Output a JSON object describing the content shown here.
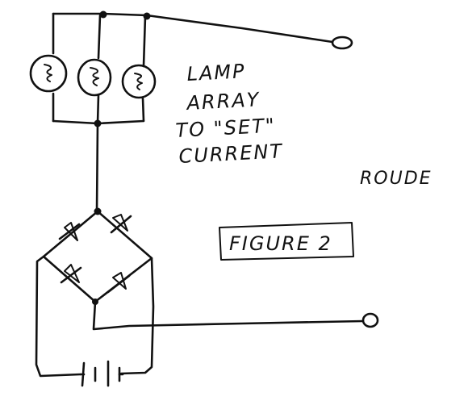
{
  "labels": {
    "note_line1": "LAMP",
    "note_line2": "ARRAY",
    "note_line3": "TO \"SET\"",
    "note_line4": "CURRENT",
    "side_note": "ROUDE",
    "figure_label": "FIGURE 2"
  },
  "colors": {
    "ink": "#111111",
    "paper": "#ffffff"
  }
}
